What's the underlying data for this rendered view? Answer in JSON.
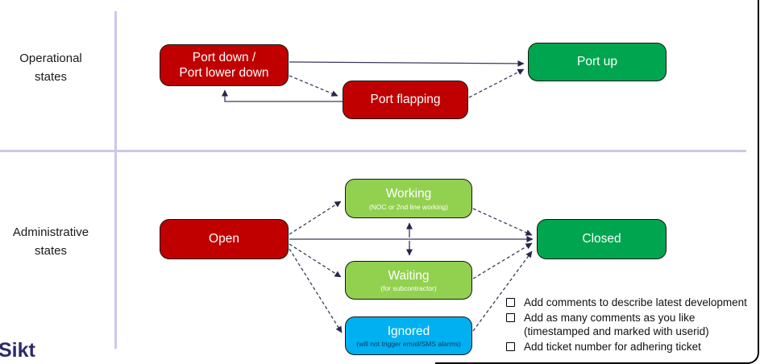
{
  "diagram": {
    "quadrant_labels": {
      "operational": "Operational\nstates",
      "administrative": "Administrative\nstates"
    },
    "nodes": {
      "port_down": {
        "label": "Port down /\nPort lower down",
        "color": "#C00000"
      },
      "port_flapping": {
        "label": "Port flapping",
        "color": "#C00000"
      },
      "port_up": {
        "label": "Port up",
        "color": "#00A64F"
      },
      "open": {
        "label": "Open",
        "color": "#C00000"
      },
      "working": {
        "label": "Working",
        "sublabel": "(NOC or 2nd line working)",
        "color": "#92D050"
      },
      "waiting": {
        "label": "Waiting",
        "sublabel": "(for subcontractor)",
        "color": "#92D050"
      },
      "ignored": {
        "label": "Ignored",
        "sublabel": "(will not trigger email/SMS alarms)",
        "color": "#00B0F0"
      },
      "closed": {
        "label": "Closed",
        "color": "#00A64F"
      }
    },
    "edges": [
      {
        "from": "port_down",
        "to": "port_up",
        "style": "solid"
      },
      {
        "from": "port_down",
        "to": "port_flapping",
        "style": "dashed"
      },
      {
        "from": "port_flapping",
        "to": "port_down",
        "style": "solid"
      },
      {
        "from": "port_flapping",
        "to": "port_up",
        "style": "dashed"
      },
      {
        "from": "open",
        "to": "working",
        "style": "dashed"
      },
      {
        "from": "open",
        "to": "closed",
        "style": "solid"
      },
      {
        "from": "open",
        "to": "waiting",
        "style": "dashed"
      },
      {
        "from": "open",
        "to": "ignored",
        "style": "dashed"
      },
      {
        "from": "waiting",
        "to": "working",
        "style": "solid"
      },
      {
        "from": "working",
        "to": "waiting",
        "style": "solid"
      },
      {
        "from": "working",
        "to": "closed",
        "style": "dashed"
      },
      {
        "from": "waiting",
        "to": "closed",
        "style": "dashed"
      },
      {
        "from": "ignored",
        "to": "closed",
        "style": "dashed"
      }
    ],
    "notes": {
      "bullet_icon": "checkbox-square-icon",
      "items": [
        "Add comments to describe latest development",
        "Add as many comments as you like\n(timestamped and marked with userid)",
        "Add ticket number for adhering ticket"
      ]
    },
    "logo": "Sikt",
    "colors": {
      "state_red": "#C00000",
      "state_green": "#00A64F",
      "state_light_green": "#92D050",
      "state_blue": "#00B0F0",
      "arrow": "#3A3A5C",
      "divider": "#CAC8EA",
      "logo": "#2D2A6E",
      "frame": "#000000"
    }
  }
}
